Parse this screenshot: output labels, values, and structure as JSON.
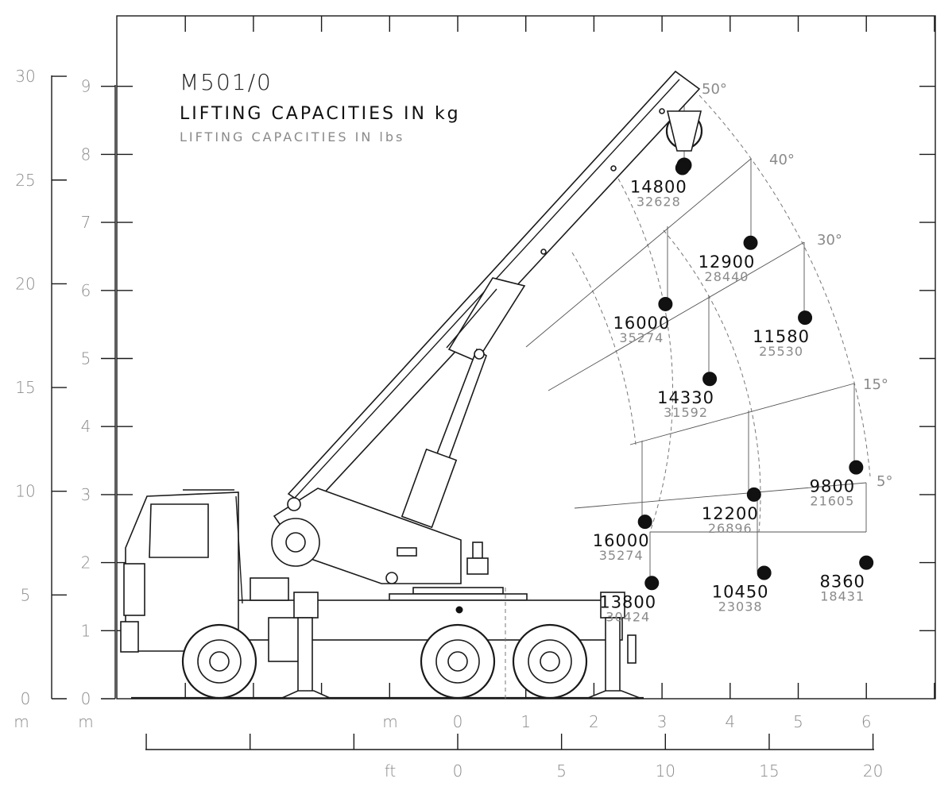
{
  "title": {
    "model": "M501/0",
    "kg_caption": "LIFTING CAPACITIES IN kg",
    "lbs_caption": "LIFTING CAPACITIES IN lbs"
  },
  "axes": {
    "left_feet_unit": "m",
    "left_meter_unit": "m",
    "bottom_meter_unit": "m",
    "bottom_feet_unit": "ft",
    "left_feet_ticks": [
      "0",
      "5",
      "10",
      "15",
      "20",
      "25",
      "30"
    ],
    "left_meter_ticks": [
      "0",
      "1",
      "2",
      "3",
      "4",
      "5",
      "6",
      "7",
      "8",
      "9"
    ],
    "bottom_meter_ticks": [
      "0",
      "1",
      "2",
      "3",
      "4",
      "5",
      "6"
    ],
    "bottom_feet_ticks": [
      "0",
      "5",
      "10",
      "15",
      "20"
    ]
  },
  "angles": [
    "50°",
    "40°",
    "30°",
    "15°",
    "5°"
  ],
  "chart_data": {
    "type": "scatter",
    "x_unit": "m",
    "y_unit": "m",
    "xlim": [
      -5,
      7.1
    ],
    "ylim": [
      0,
      10
    ],
    "points": [
      {
        "x": 3.3,
        "y": 7.8,
        "kg": "14800",
        "lbs": "32628"
      },
      {
        "x": 4.3,
        "y": 6.7,
        "kg": "12900",
        "lbs": "28440"
      },
      {
        "x": 3.05,
        "y": 5.8,
        "kg": "16000",
        "lbs": "35274"
      },
      {
        "x": 5.1,
        "y": 5.6,
        "kg": "11580",
        "lbs": "25530"
      },
      {
        "x": 3.7,
        "y": 4.7,
        "kg": "14330",
        "lbs": "31592"
      },
      {
        "x": 5.85,
        "y": 3.4,
        "kg": "9800",
        "lbs": "21605"
      },
      {
        "x": 4.35,
        "y": 3.0,
        "kg": "12200",
        "lbs": "26896"
      },
      {
        "x": 2.75,
        "y": 2.6,
        "kg": "16000",
        "lbs": "35274"
      },
      {
        "x": 2.85,
        "y": 1.7,
        "kg": "13800",
        "lbs": "30424"
      },
      {
        "x": 4.5,
        "y": 1.85,
        "kg": "10450",
        "lbs": "23038"
      },
      {
        "x": 6.0,
        "y": 2.0,
        "kg": "8360",
        "lbs": "18431"
      }
    ]
  }
}
